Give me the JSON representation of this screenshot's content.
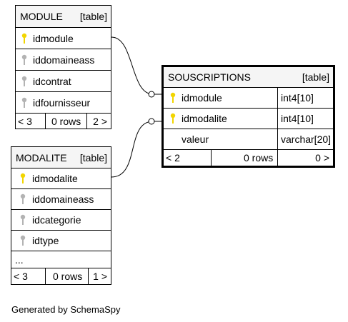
{
  "tables": {
    "module": {
      "name": "MODULE",
      "kind": "[table]",
      "columns": [
        {
          "name": "idmodule",
          "key": "primary"
        },
        {
          "name": "iddomaineass",
          "key": "foreign"
        },
        {
          "name": "idcontrat",
          "key": "foreign"
        },
        {
          "name": "idfournisseur",
          "key": "foreign"
        }
      ],
      "parents": "< 3",
      "rows": "0 rows",
      "children": "2 >"
    },
    "modalite": {
      "name": "MODALITE",
      "kind": "[table]",
      "columns": [
        {
          "name": "idmodalite",
          "key": "primary"
        },
        {
          "name": "iddomaineass",
          "key": "foreign"
        },
        {
          "name": "idcategorie",
          "key": "foreign"
        },
        {
          "name": "idtype",
          "key": "foreign"
        }
      ],
      "more": "...",
      "parents": "< 3",
      "rows": "0 rows",
      "children": "1 >"
    },
    "souscriptions": {
      "name": "SOUSCRIPTIONS",
      "kind": "[table]",
      "columns": [
        {
          "name": "idmodule",
          "type": "int4[10]",
          "key": "primary"
        },
        {
          "name": "idmodalite",
          "type": "int4[10]",
          "key": "primary"
        },
        {
          "name": "valeur",
          "type": "varchar[20]",
          "key": "none"
        }
      ],
      "parents": "< 2",
      "rows": "0 rows",
      "children": "0 >"
    }
  },
  "key_colors": {
    "primary": "#f2d500",
    "foreign": "#b3b3b3"
  },
  "footer": "Generated by SchemaSpy"
}
